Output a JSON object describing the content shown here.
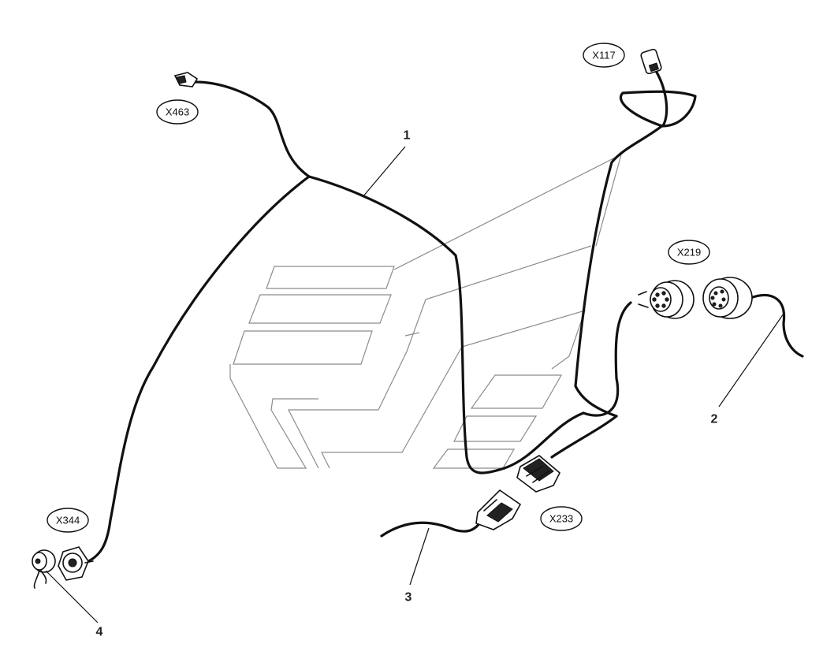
{
  "connectors": {
    "x463": "X463",
    "x117": "X117",
    "x219": "X219",
    "x344": "X344",
    "x233": "X233"
  },
  "items": {
    "item1": "1",
    "item2": "2",
    "item3": "3",
    "item4": "4"
  },
  "colors": {
    "line": "#111111",
    "ghost_outline": "#8c8c8c",
    "background": "#ffffff"
  }
}
